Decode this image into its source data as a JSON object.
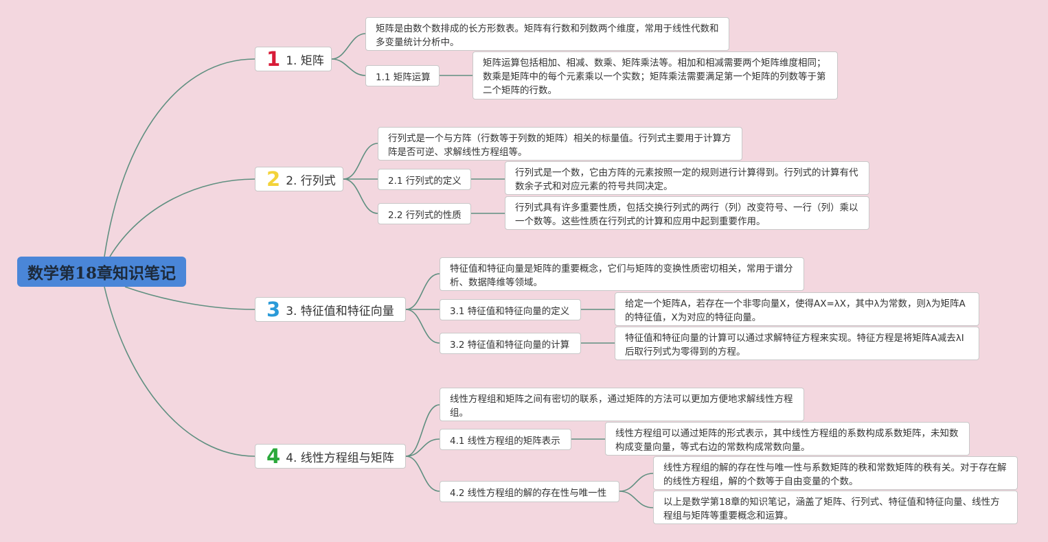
{
  "root": {
    "title": "数学第18章知识笔记"
  },
  "colors": {
    "background": "#f3d7df",
    "root": "#4a86d8",
    "link": "#5f8f80"
  },
  "branches": [
    {
      "num": "1",
      "num_color": "#d81c38",
      "label": "1. 矩阵",
      "summary": "矩阵是由数个数排成的长方形数表。矩阵有行数和列数两个维度，常用于线性代数和多变量统计分析中。",
      "subs": [
        {
          "label": "1.1 矩阵运算",
          "details": [
            "矩阵运算包括相加、相减、数乘、矩阵乘法等。相加和相减需要两个矩阵维度相同；数乘是矩阵中的每个元素乘以一个实数；矩阵乘法需要满足第一个矩阵的列数等于第二个矩阵的行数。"
          ]
        }
      ]
    },
    {
      "num": "2",
      "num_color": "#f3d33a",
      "label": "2. 行列式",
      "summary": "行列式是一个与方阵（行数等于列数的矩阵）相关的标量值。行列式主要用于计算方阵是否可逆、求解线性方程组等。",
      "subs": [
        {
          "label": "2.1 行列式的定义",
          "details": [
            "行列式是一个数，它由方阵的元素按照一定的规则进行计算得到。行列式的计算有代数余子式和对应元素的符号共同决定。"
          ]
        },
        {
          "label": "2.2 行列式的性质",
          "details": [
            "行列式具有许多重要性质，包括交换行列式的两行（列）改变符号、一行（列）乘以一个数等。这些性质在行列式的计算和应用中起到重要作用。"
          ]
        }
      ]
    },
    {
      "num": "3",
      "num_color": "#2a9ad8",
      "label": "3. 特征值和特征向量",
      "summary": "特征值和特征向量是矩阵的重要概念，它们与矩阵的变换性质密切相关，常用于谱分析、数据降维等领域。",
      "subs": [
        {
          "label": "3.1 特征值和特征向量的定义",
          "details": [
            "给定一个矩阵A，若存在一个非零向量X，使得AX=λX，其中λ为常数，则λ为矩阵A的特征值，X为对应的特征向量。"
          ]
        },
        {
          "label": "3.2 特征值和特征向量的计算",
          "details": [
            "特征值和特征向量的计算可以通过求解特征方程来实现。特征方程是将矩阵A减去λI后取行列式为零得到的方程。"
          ]
        }
      ]
    },
    {
      "num": "4",
      "num_color": "#2aa83a",
      "label": "4. 线性方程组与矩阵",
      "summary": "线性方程组和矩阵之间有密切的联系，通过矩阵的方法可以更加方便地求解线性方程组。",
      "subs": [
        {
          "label": "4.1 线性方程组的矩阵表示",
          "details": [
            "线性方程组可以通过矩阵的形式表示，其中线性方程组的系数构成系数矩阵，未知数构成变量向量，等式右边的常数构成常数向量。"
          ]
        },
        {
          "label": "4.2 线性方程组的解的存在性与唯一性",
          "details": [
            "线性方程组的解的存在性与唯一性与系数矩阵的秩和常数矩阵的秩有关。对于存在解的线性方程组，解的个数等于自由变量的个数。",
            "以上是数学第18章的知识笔记，涵盖了矩阵、行列式、特征值和特征向量、线性方程组与矩阵等重要概念和运算。"
          ]
        }
      ]
    }
  ]
}
